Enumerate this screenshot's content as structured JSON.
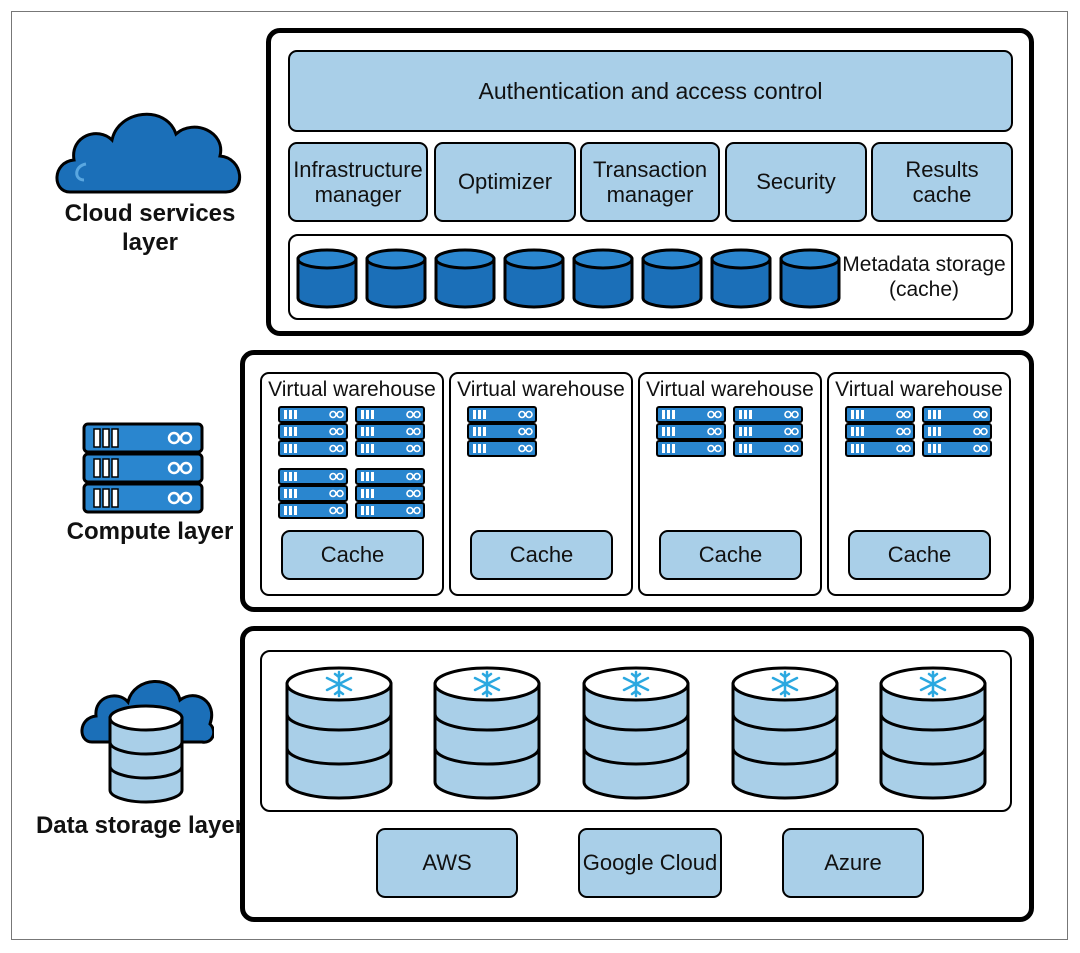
{
  "layers": {
    "cloud_services": "Cloud services layer",
    "compute": "Compute layer",
    "data_storage": "Data storage layer"
  },
  "cloud_services": {
    "auth": "Authentication and access control",
    "modules": [
      "Infrastructure manager",
      "Optimizer",
      "Transaction manager",
      "Security",
      "Results cache"
    ],
    "metadata": "Metadata storage (cache)"
  },
  "compute": {
    "warehouses": [
      {
        "title": "Virtual warehouse",
        "cache": "Cache"
      },
      {
        "title": "Virtual warehouse",
        "cache": "Cache"
      },
      {
        "title": "Virtual warehouse",
        "cache": "Cache"
      },
      {
        "title": "Virtual warehouse",
        "cache": "Cache"
      }
    ]
  },
  "storage": {
    "providers": [
      "AWS",
      "Google Cloud",
      "Azure"
    ]
  },
  "colors": {
    "light_blue": "#a9cfe8",
    "dark_blue": "#1b6fb8",
    "mid_blue": "#2a86cf"
  },
  "icons": [
    "cloud-icon",
    "server-rack-icon",
    "database-cloud-icon",
    "cylinder-icon",
    "snowflake-icon"
  ]
}
